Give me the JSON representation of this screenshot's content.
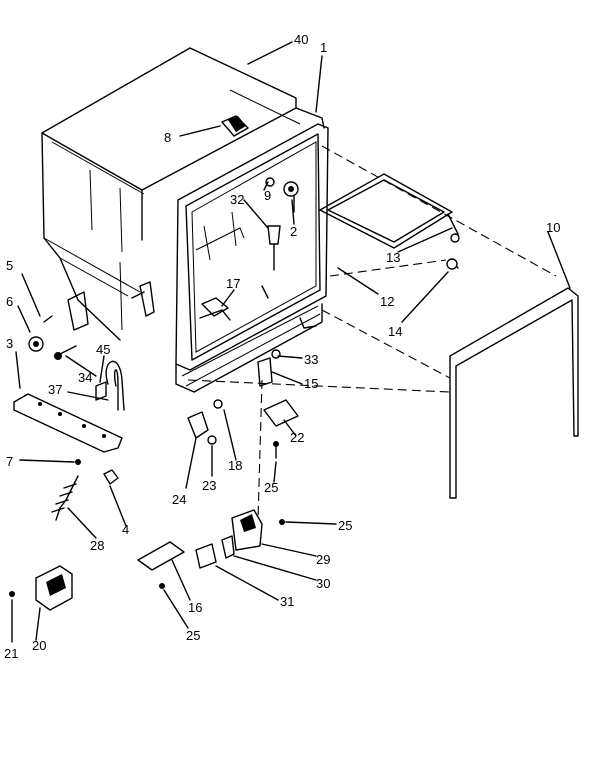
{
  "callouts": [
    {
      "id": "c40",
      "label": "40"
    },
    {
      "id": "c1",
      "label": "1"
    },
    {
      "id": "c8",
      "label": "8"
    },
    {
      "id": "c9",
      "label": "9"
    },
    {
      "id": "c2",
      "label": "2"
    },
    {
      "id": "c32",
      "label": "32"
    },
    {
      "id": "c10",
      "label": "10"
    },
    {
      "id": "c13",
      "label": "13"
    },
    {
      "id": "c12",
      "label": "12"
    },
    {
      "id": "c14",
      "label": "14"
    },
    {
      "id": "c5",
      "label": "5"
    },
    {
      "id": "c6",
      "label": "6"
    },
    {
      "id": "c3",
      "label": "3"
    },
    {
      "id": "c45",
      "label": "45"
    },
    {
      "id": "c34",
      "label": "34"
    },
    {
      "id": "c37",
      "label": "37"
    },
    {
      "id": "c17",
      "label": "17"
    },
    {
      "id": "c33",
      "label": "33"
    },
    {
      "id": "c15",
      "label": "15"
    },
    {
      "id": "c22",
      "label": "22"
    },
    {
      "id": "c7",
      "label": "7"
    },
    {
      "id": "c24",
      "label": "24"
    },
    {
      "id": "c23",
      "label": "23"
    },
    {
      "id": "c18",
      "label": "18"
    },
    {
      "id": "c25a",
      "label": "25"
    },
    {
      "id": "c4",
      "label": "4"
    },
    {
      "id": "c28",
      "label": "28"
    },
    {
      "id": "c25b",
      "label": "25"
    },
    {
      "id": "c29",
      "label": "29"
    },
    {
      "id": "c30",
      "label": "30"
    },
    {
      "id": "c31",
      "label": "31"
    },
    {
      "id": "c16",
      "label": "16"
    },
    {
      "id": "c25c",
      "label": "25"
    },
    {
      "id": "c21",
      "label": "21"
    },
    {
      "id": "c20",
      "label": "20"
    }
  ]
}
